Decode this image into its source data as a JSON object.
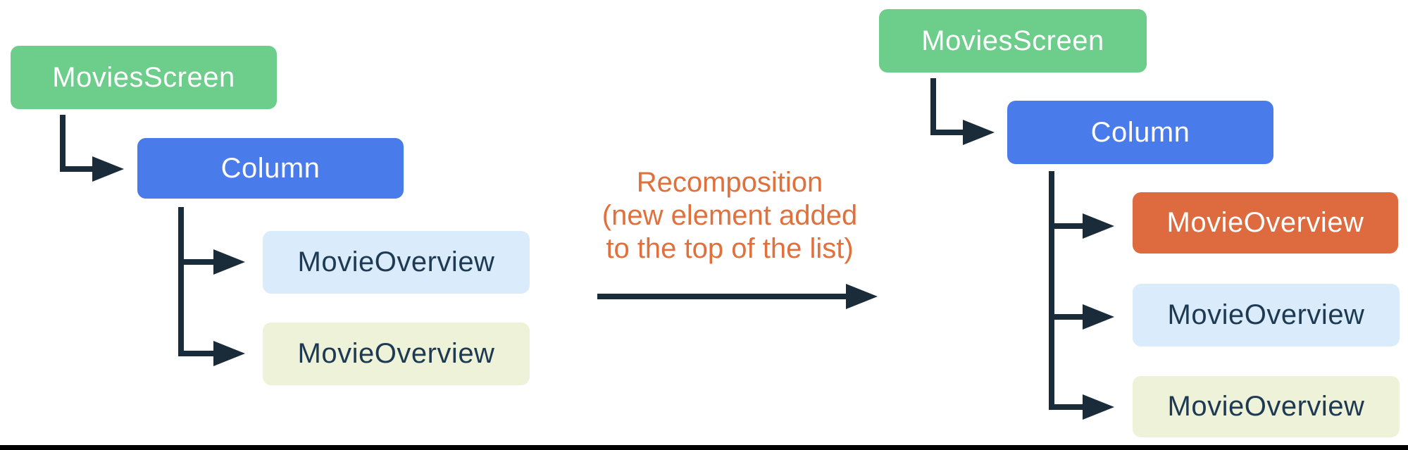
{
  "colors": {
    "green": "#6DCD8B",
    "blue": "#4A7BEA",
    "orange": "#DE6B3F",
    "light-blue": "#DAEBFB",
    "pale-yellow": "#EEF2D8",
    "accent-text": "#E0703C",
    "line": "#1A2B3A",
    "dark-text": "#1D3A52",
    "white-text": "#FFFFFF",
    "bottom-bar": "#000000"
  },
  "before_tree": {
    "nodes": [
      {
        "id": "movies-screen",
        "label": "MoviesScreen",
        "color": "green",
        "level": 0
      },
      {
        "id": "column",
        "label": "Column",
        "color": "blue",
        "level": 1
      },
      {
        "id": "movie-overview-1",
        "label": "MovieOverview",
        "color": "light-blue",
        "level": 2
      },
      {
        "id": "movie-overview-2",
        "label": "MovieOverview",
        "color": "pale-yellow",
        "level": 2
      }
    ]
  },
  "transition": {
    "lines": [
      "Recomposition",
      "(new element added",
      "to the top of the list)"
    ]
  },
  "after_tree": {
    "nodes": [
      {
        "id": "movies-screen",
        "label": "MoviesScreen",
        "color": "green",
        "level": 0
      },
      {
        "id": "column",
        "label": "Column",
        "color": "blue",
        "level": 1
      },
      {
        "id": "movie-overview-new",
        "label": "MovieOverview",
        "color": "orange",
        "level": 2
      },
      {
        "id": "movie-overview-1",
        "label": "MovieOverview",
        "color": "light-blue",
        "level": 2
      },
      {
        "id": "movie-overview-2",
        "label": "MovieOverview",
        "color": "pale-yellow",
        "level": 2
      }
    ]
  }
}
